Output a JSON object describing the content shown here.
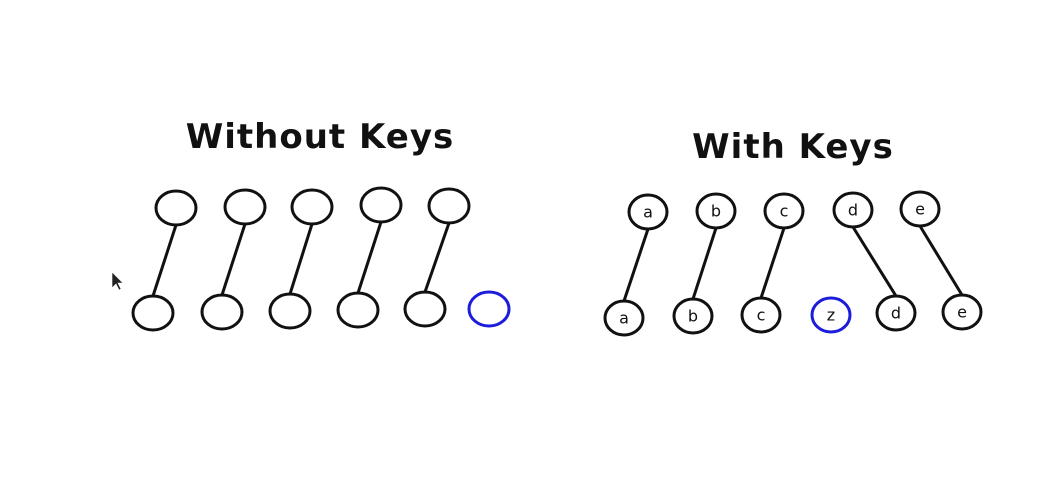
{
  "left": {
    "title": "Without Keys",
    "top_nodes": [
      "",
      "",
      "",
      "",
      ""
    ],
    "bottom_nodes": [
      "",
      "",
      "",
      "",
      "",
      ""
    ],
    "edges": [
      [
        0,
        0
      ],
      [
        1,
        1
      ],
      [
        2,
        2
      ],
      [
        3,
        3
      ],
      [
        4,
        4
      ]
    ],
    "new_node_index": 5
  },
  "right": {
    "title": "With Keys",
    "top_nodes": [
      "a",
      "b",
      "c",
      "d",
      "e"
    ],
    "bottom_nodes": [
      "a",
      "b",
      "c",
      "z",
      "d",
      "e"
    ],
    "edges": [
      [
        0,
        0
      ],
      [
        1,
        1
      ],
      [
        2,
        2
      ],
      [
        3,
        4
      ],
      [
        4,
        5
      ]
    ],
    "new_node_index": 3
  },
  "colors": {
    "stroke": "#111111",
    "new_node": "#1c1cdc"
  }
}
